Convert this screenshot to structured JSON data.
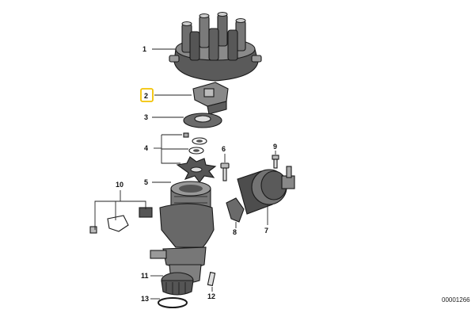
{
  "callouts": {
    "c1": "1",
    "c2": "2",
    "c3": "3",
    "c4": "4",
    "c5": "5",
    "c6": "6",
    "c7": "7",
    "c8": "8",
    "c9": "9",
    "c10": "10",
    "c11": "11",
    "c12": "12",
    "c13": "13"
  },
  "highlight_color": "#f2c200",
  "reference": "00001266"
}
